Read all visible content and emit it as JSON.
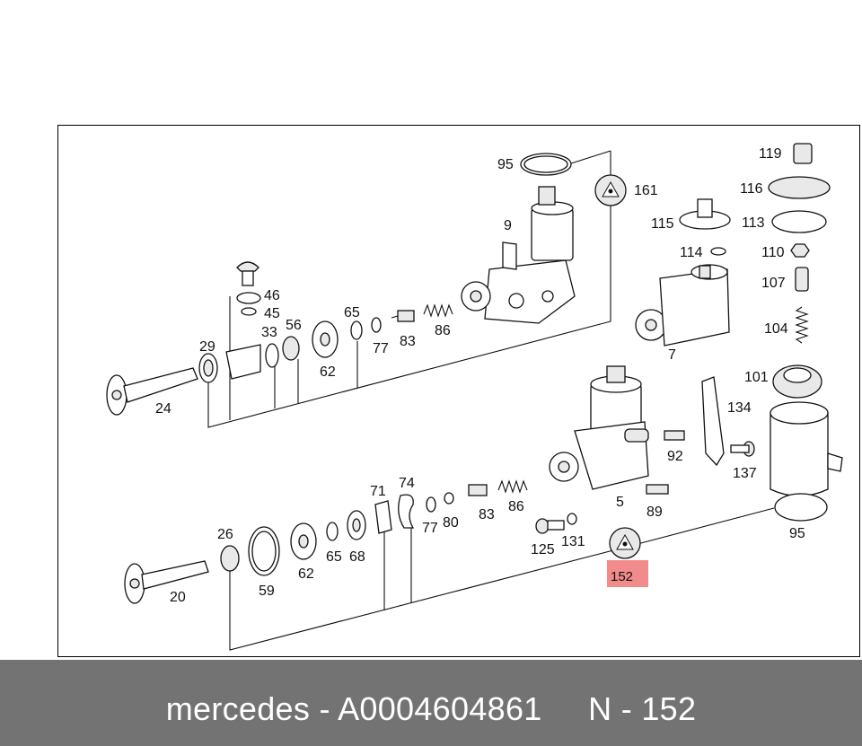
{
  "diagram": {
    "labels": {
      "p95_top": "95",
      "p161": "161",
      "p9": "9",
      "p46": "46",
      "p45": "45",
      "p33": "33",
      "p56": "56",
      "p65_top": "65",
      "p29": "29",
      "p62_top": "62",
      "p77_top": "77",
      "p83_top": "83",
      "p86_top": "86",
      "p24": "24",
      "p119": "119",
      "p116": "116",
      "p115": "115",
      "p113": "113",
      "p114": "114",
      "p110": "110",
      "p107": "107",
      "p104": "104",
      "p7": "7",
      "p101": "101",
      "p134": "134",
      "p92": "92",
      "p137": "137",
      "p74": "74",
      "p71": "71",
      "p77_bot": "77",
      "p80": "80",
      "p83_bot": "83",
      "p86_bot": "86",
      "p5": "5",
      "p89": "89",
      "p26": "26",
      "p62_bot": "62",
      "p65_bot": "65",
      "p68": "68",
      "p59": "59",
      "p125": "125",
      "p131": "131",
      "p20": "20",
      "p95_bot": "95"
    },
    "highlight": {
      "label": "152",
      "color": "#f28b8b"
    }
  },
  "footer": {
    "text": "mercedes - A0004604861     N - 152",
    "background": "#737373"
  }
}
